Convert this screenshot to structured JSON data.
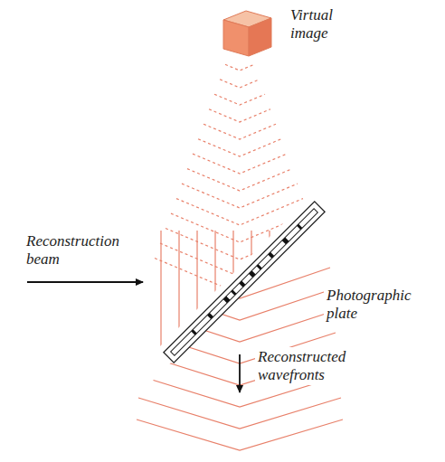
{
  "diagram": {
    "labels": [
      "Virtual image",
      "Reconstruction beam",
      "Photographic plate",
      "Reconstructed wavefronts"
    ]
  }
}
